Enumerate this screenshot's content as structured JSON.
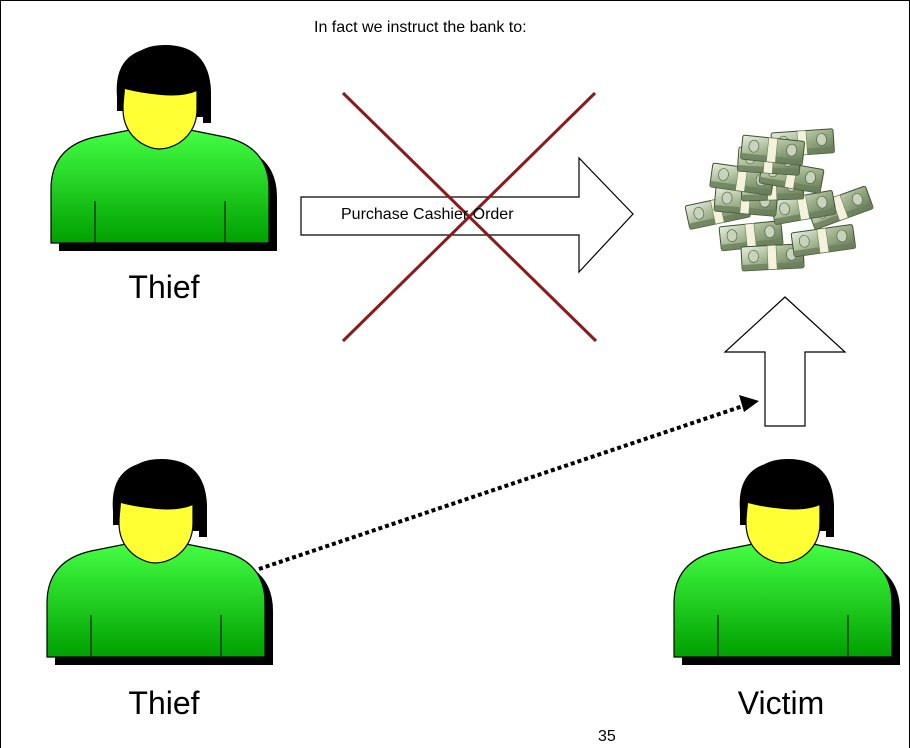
{
  "slide": {
    "title": "In fact we instruct the bank to:",
    "page_number": "35"
  },
  "people": {
    "thief_top": {
      "label": "Thief",
      "icon": "person-icon"
    },
    "thief_bottom": {
      "label": "Thief",
      "icon": "person-icon"
    },
    "victim": {
      "label": "Victim",
      "icon": "person-icon"
    }
  },
  "instruction_arrow": {
    "label": "Purchase Cashier Order",
    "crossed_out": true,
    "cross_color": "#8B1A1A"
  },
  "money": {
    "icon": "money-stack-icon"
  },
  "colors": {
    "skin": "#FFFF33",
    "hair": "#000000",
    "shirt_light": "#33FF33",
    "shirt_dark": "#009900"
  }
}
